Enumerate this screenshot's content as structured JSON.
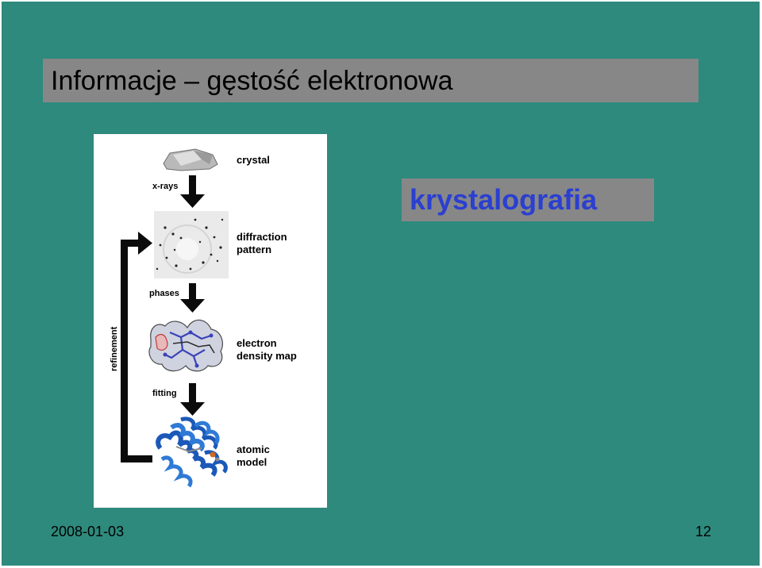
{
  "slide": {
    "title": "Informacje – gęstość elektronowa",
    "keyword": "krystalografia",
    "footer_date": "2008-01-03",
    "page_number": "12"
  },
  "figure": {
    "labels": {
      "crystal": "crystal",
      "xrays": "x-rays",
      "diffraction_line1": "diffraction",
      "diffraction_line2": "pattern",
      "phases": "phases",
      "refinement": "refinement",
      "density_line1": "electron",
      "density_line2": "density map",
      "fitting": "fitting",
      "model_line1": "atomic",
      "model_line2": "model"
    }
  },
  "colors": {
    "slide_background": "#2e8a7d",
    "title_bar": "#878787",
    "keyword_text": "#2b3fd0"
  }
}
